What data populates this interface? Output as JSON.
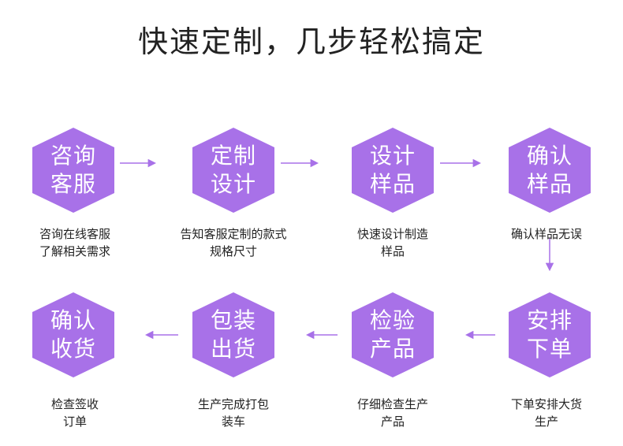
{
  "title": "快速定制，几步轻松搞定",
  "colors": {
    "hexagon": "#a871e8",
    "arrow": "#a871e8"
  },
  "steps": [
    {
      "label": [
        "咨询",
        "客服"
      ],
      "desc": [
        "咨询在线客服",
        "了解相关需求"
      ]
    },
    {
      "label": [
        "定制",
        "设计"
      ],
      "desc": [
        "告知客服定制的款式",
        "规格尺寸"
      ]
    },
    {
      "label": [
        "设计",
        "样品"
      ],
      "desc": [
        "快速设计制造",
        "样品"
      ]
    },
    {
      "label": [
        "确认",
        "样品"
      ],
      "desc": [
        "确认样品无误",
        ""
      ]
    },
    {
      "label": [
        "安排",
        "下单"
      ],
      "desc": [
        "下单安排大货",
        "生产"
      ]
    },
    {
      "label": [
        "检验",
        "产品"
      ],
      "desc": [
        "仔细检查生产",
        "产品"
      ]
    },
    {
      "label": [
        "包装",
        "出货"
      ],
      "desc": [
        "生产完成打包",
        "装车"
      ]
    },
    {
      "label": [
        "确认",
        "收货"
      ],
      "desc": [
        "检查签收",
        "订单"
      ]
    }
  ]
}
